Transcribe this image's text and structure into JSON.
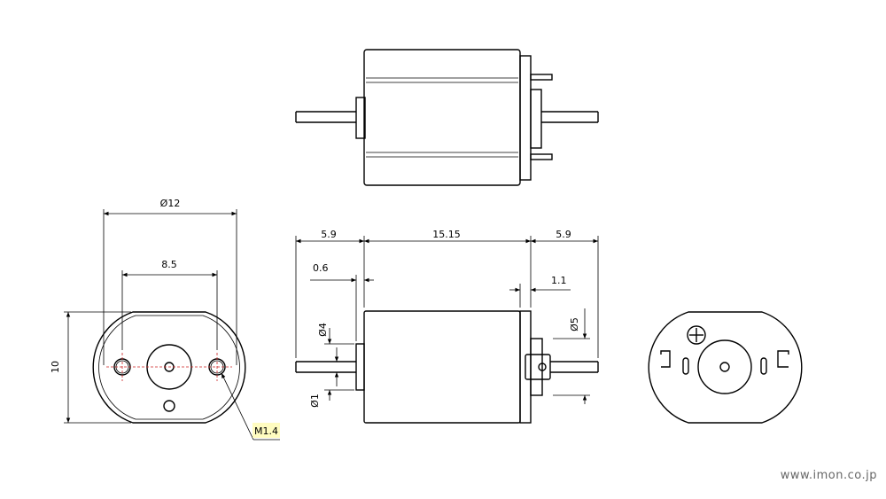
{
  "dimensions": {
    "diameter_body": "Ø12",
    "hole_spacing": "8.5",
    "height_flat": "10",
    "thread_callout": "M1.4",
    "shaft_front_length": "5.9",
    "body_length": "15.15",
    "shaft_rear_length": "5.9",
    "boss_front_thickness": "0.6",
    "boss_rear_thickness": "1.1",
    "boss_front_diameter": "Ø4",
    "shaft_diameter": "Ø1",
    "boss_rear_diameter": "Ø5"
  },
  "watermark": "www.imon.co.jp",
  "colors": {
    "line": "#000000",
    "centerline": "#cc2222",
    "callout_highlight": "#fffcc0"
  }
}
